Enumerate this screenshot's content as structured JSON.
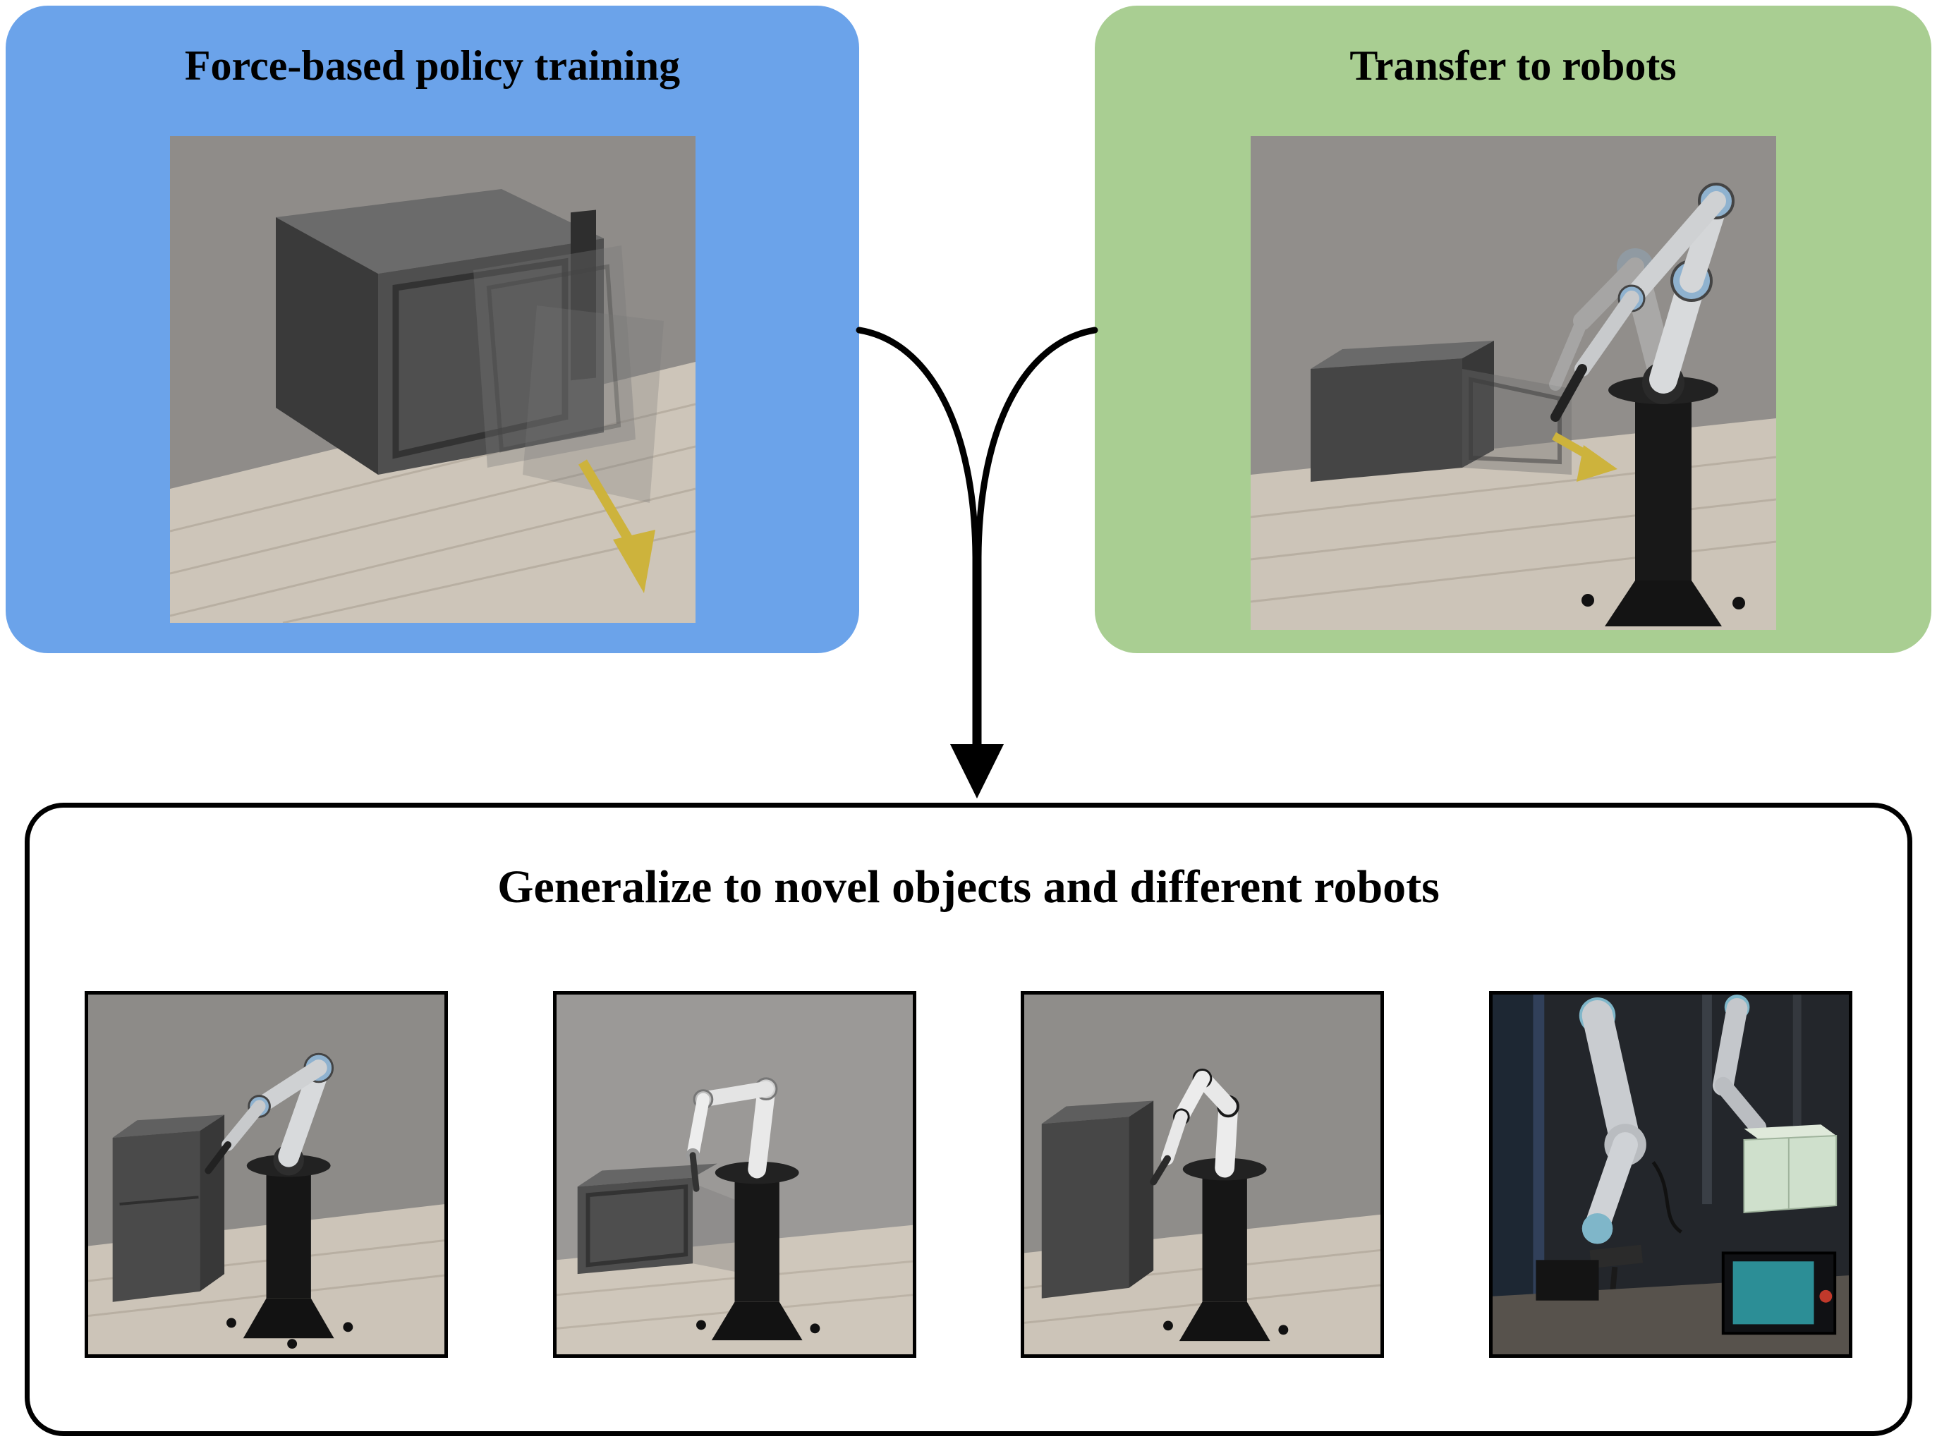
{
  "panels": {
    "training": {
      "title": "Force-based policy training",
      "bg_color": "#6BA3EA"
    },
    "transfer": {
      "title": "Transfer to robots",
      "bg_color": "#A9CE92"
    },
    "generalize": {
      "title": "Generalize to novel objects and different robots",
      "bg_color": "#FFFFFF",
      "border_color": "#000000"
    }
  },
  "icons": {
    "merge_arrow": "curved-merge-down-arrow",
    "force_arrow": "yellow-force-vector-arrow"
  },
  "colors": {
    "flow_arrow": "#000000",
    "force_arrow": "#CDB33C",
    "text": "#000000"
  }
}
